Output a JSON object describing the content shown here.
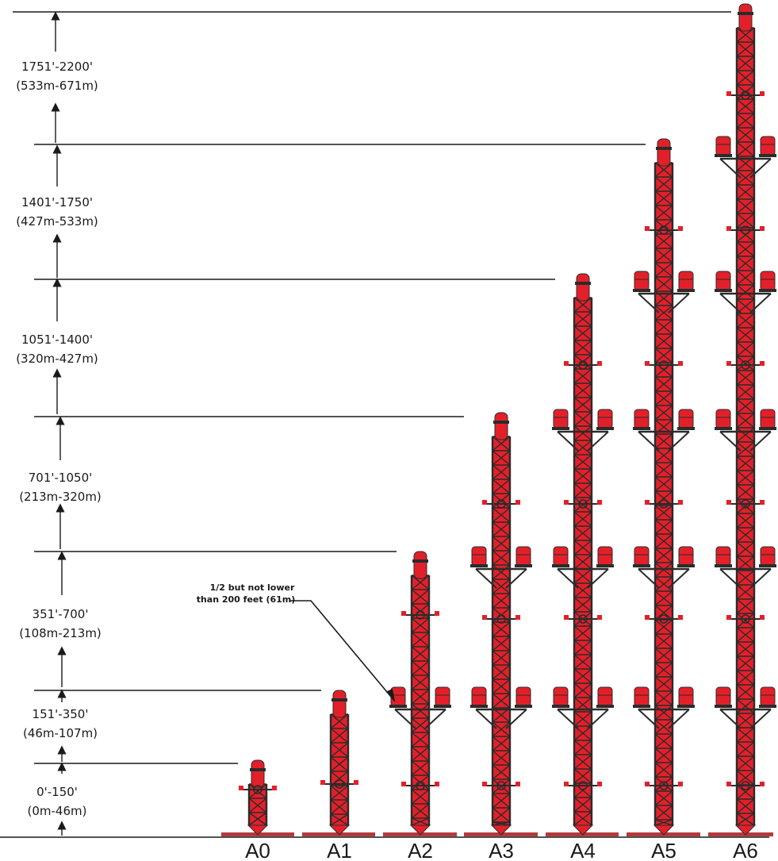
{
  "levels": [
    {
      "feet": "0'-150'",
      "meters": "(0m-46m)"
    },
    {
      "feet": "151'-350'",
      "meters": "(46m-107m)"
    },
    {
      "feet": "351'-700'",
      "meters": "(108m-213m)"
    },
    {
      "feet": "701'-1050'",
      "meters": "(213m-320m)"
    },
    {
      "feet": "1051'-1400'",
      "meters": "(320m-427m)"
    },
    {
      "feet": "1401'-1750'",
      "meters": "(427m-533m)"
    },
    {
      "feet": "1751'-2200'",
      "meters": "(533m-671m)"
    }
  ],
  "structures": [
    "A0",
    "A1",
    "A2",
    "A3",
    "A4",
    "A5",
    "A6"
  ],
  "note": {
    "line1": "1/2 but not lower",
    "line2": "than 200 feet (61m)"
  },
  "colors": {
    "line": "#1a1a1a",
    "red": "#e3202a",
    "steel": "#2b2b2b",
    "ground": "#b23a3a"
  }
}
